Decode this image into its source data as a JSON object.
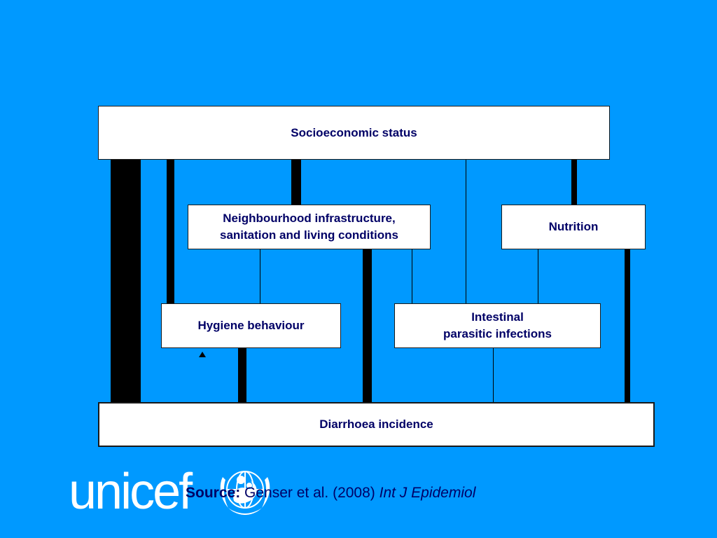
{
  "diagram": {
    "nodes": {
      "socioeconomic": "Socioeconomic status",
      "neighbourhood": [
        "Neighbourhood infrastructure,",
        "sanitation and living conditions"
      ],
      "nutrition": "Nutrition",
      "hygiene": "Hygiene behaviour",
      "intestinal": [
        "Intestinal",
        "parasitic infections"
      ],
      "diarrhoea": "Diarrhoea incidence"
    }
  },
  "footer": {
    "logo_text": "unicef",
    "source_label": "Source:",
    "source_text": " Genser et al. (2008) ",
    "source_journal": "Int J Epidemiol"
  },
  "colors": {
    "background": "#0099ff",
    "box_text": "#000066",
    "connector": "#000000",
    "logo": "#ffffff"
  },
  "icons": {
    "logo_emblem": "unicef-emblem-icon",
    "arrowhead": "arrowhead-icon"
  }
}
